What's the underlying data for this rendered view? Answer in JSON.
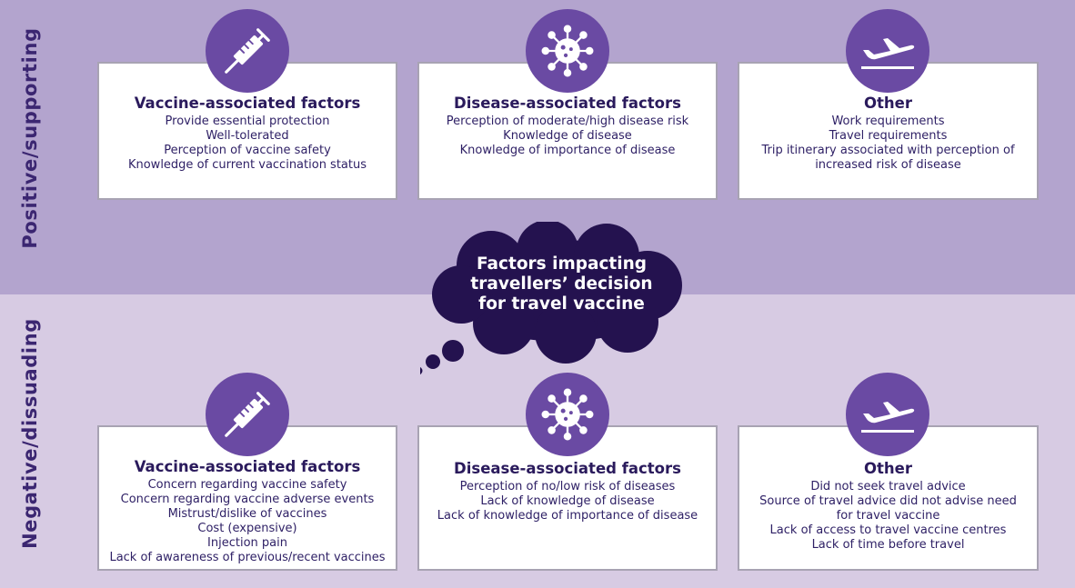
{
  "bands": {
    "top_label": "Positive/supporting",
    "bottom_label": "Negative/dissuading"
  },
  "center": {
    "lines": [
      "Factors impacting",
      "travellers’ decision",
      "for travel vaccine"
    ]
  },
  "positive": {
    "vaccine": {
      "icon": "syringe-icon",
      "title": "Vaccine-associated factors",
      "items": [
        "Provide essential protection",
        "Well-tolerated",
        "Perception of vaccine safety",
        "Knowledge of current vaccination status"
      ]
    },
    "disease": {
      "icon": "virus-icon",
      "title": "Disease-associated factors",
      "items": [
        "Perception of moderate/high disease risk",
        "Knowledge of disease",
        "Knowledge of importance of disease"
      ]
    },
    "other": {
      "icon": "airplane-takeoff-icon",
      "title": "Other",
      "items": [
        "Work requirements",
        "Travel requirements",
        "Trip itinerary associated with perception of",
        "increased risk of disease"
      ]
    }
  },
  "negative": {
    "vaccine": {
      "icon": "syringe-icon",
      "title": "Vaccine-associated factors",
      "items": [
        "Concern regarding vaccine safety",
        "Concern regarding vaccine adverse events",
        "Mistrust/dislike of vaccines",
        "Cost (expensive)",
        "Injection pain",
        "Lack of awareness of previous/recent vaccines"
      ]
    },
    "disease": {
      "icon": "virus-icon",
      "title": "Disease-associated factors",
      "items": [
        "Perception of no/low risk of diseases",
        "Lack of knowledge of disease",
        "Lack of knowledge of importance of disease"
      ]
    },
    "other": {
      "icon": "airplane-takeoff-icon",
      "title": "Other",
      "items": [
        "Did not seek travel advice",
        "Source of travel advice did not advise need",
        "for travel vaccine",
        "Lack of access to travel vaccine centres",
        "Lack of time before travel"
      ]
    }
  },
  "colors": {
    "top_band": "#b3a4ce",
    "bottom_band": "#d7cbe3",
    "icon_circle": "#6a4aa3",
    "cloud": "#24124f",
    "text_dark": "#2a1a5c"
  }
}
